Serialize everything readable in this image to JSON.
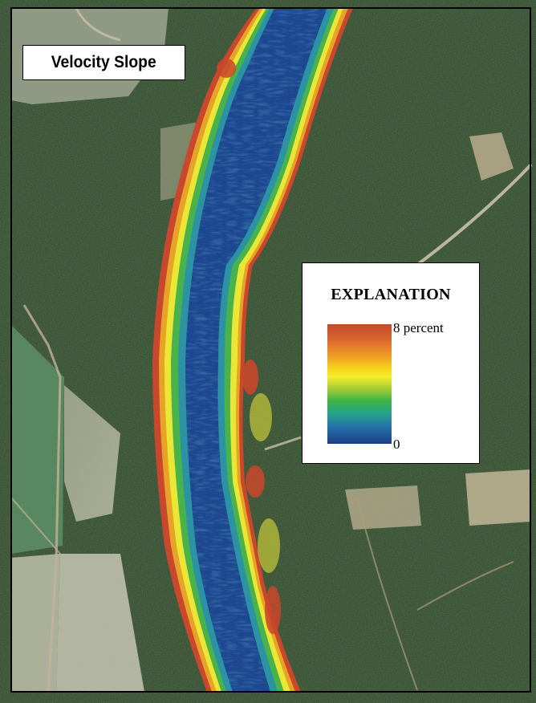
{
  "map": {
    "title": "Velocity Slope",
    "basemap": "aerial-imagery",
    "layer": "velocity-slope-raster"
  },
  "legend": {
    "heading": "EXPLANATION",
    "max_label": "8 percent",
    "min_label": "0",
    "ramp_colors": [
      "#c44a2e",
      "#ee9a24",
      "#f4ec2a",
      "#3db443",
      "#27a48a",
      "#2470a8",
      "#1c3f86"
    ]
  },
  "colors": {
    "channel_low": "#1c3f86",
    "channel_mid": "#2a8fb0",
    "bank_high": "#c44a2e",
    "transition": "#f4ec2a",
    "forest": "#2f4a2c",
    "field": "#b7b9a3"
  }
}
